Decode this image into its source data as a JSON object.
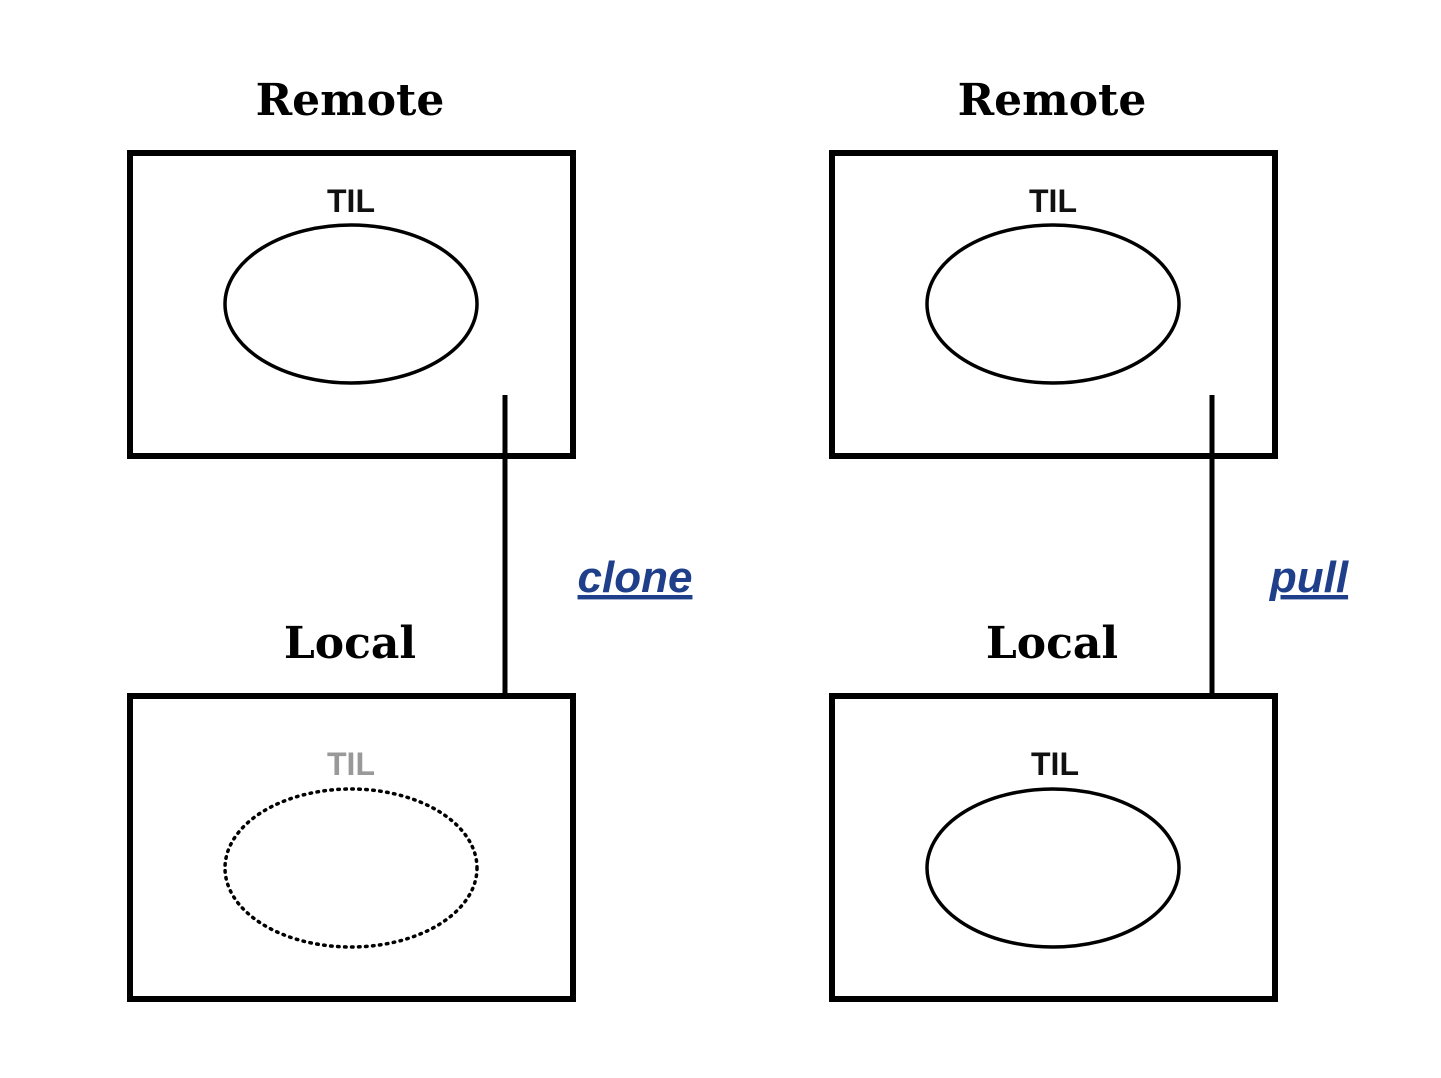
{
  "colors": {
    "stroke": "#000000",
    "repo_label": "#111111",
    "missing_repo": "#999999",
    "action": "#1f3f8a"
  },
  "panels": [
    {
      "remote": {
        "heading": "Remote",
        "repo_label": "TIL",
        "repo_present": true
      },
      "action": {
        "label": "clone",
        "direction": "remote-to-local"
      },
      "local": {
        "heading": "Local",
        "repo_label": "TIL",
        "repo_present": false
      }
    },
    {
      "remote": {
        "heading": "Remote",
        "repo_label": "TIL",
        "repo_present": true
      },
      "action": {
        "label": "pull",
        "direction": "remote-to-local"
      },
      "local": {
        "heading": "Local",
        "repo_label": "TIL",
        "repo_present": true
      }
    }
  ]
}
